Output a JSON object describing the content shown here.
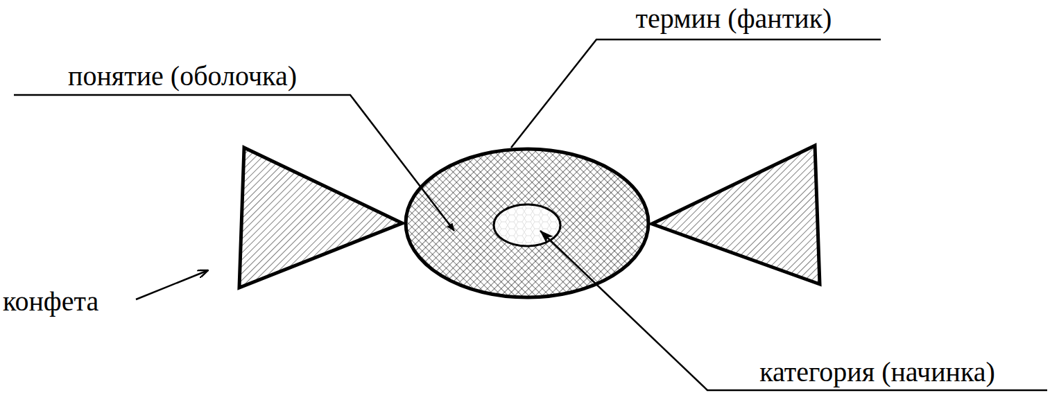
{
  "diagram": {
    "labels": [
      "термин (фантик)",
      "понятие (оболочка)",
      "конфета",
      "категория (начинка)"
    ]
  }
}
